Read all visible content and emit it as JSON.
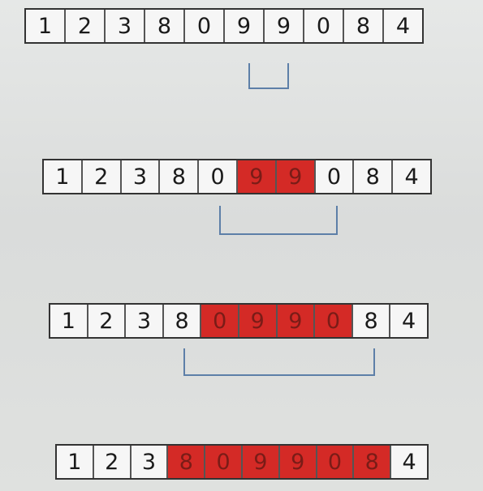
{
  "highlight_color": "#d42a26",
  "bracket_color": "#5d7fa8",
  "rows": [
    {
      "digits": [
        "1",
        "2",
        "3",
        "8",
        "0",
        "9",
        "9",
        "0",
        "8",
        "4"
      ],
      "highlighted": []
    },
    {
      "digits": [
        "1",
        "2",
        "3",
        "8",
        "0",
        "9",
        "9",
        "0",
        "8",
        "4"
      ],
      "highlighted": [
        5,
        6
      ]
    },
    {
      "digits": [
        "1",
        "2",
        "3",
        "8",
        "0",
        "9",
        "9",
        "0",
        "8",
        "4"
      ],
      "highlighted": [
        4,
        5,
        6,
        7
      ]
    },
    {
      "digits": [
        "1",
        "2",
        "3",
        "8",
        "0",
        "9",
        "9",
        "0",
        "8",
        "4"
      ],
      "highlighted": [
        3,
        4,
        5,
        6,
        7,
        8
      ]
    }
  ]
}
